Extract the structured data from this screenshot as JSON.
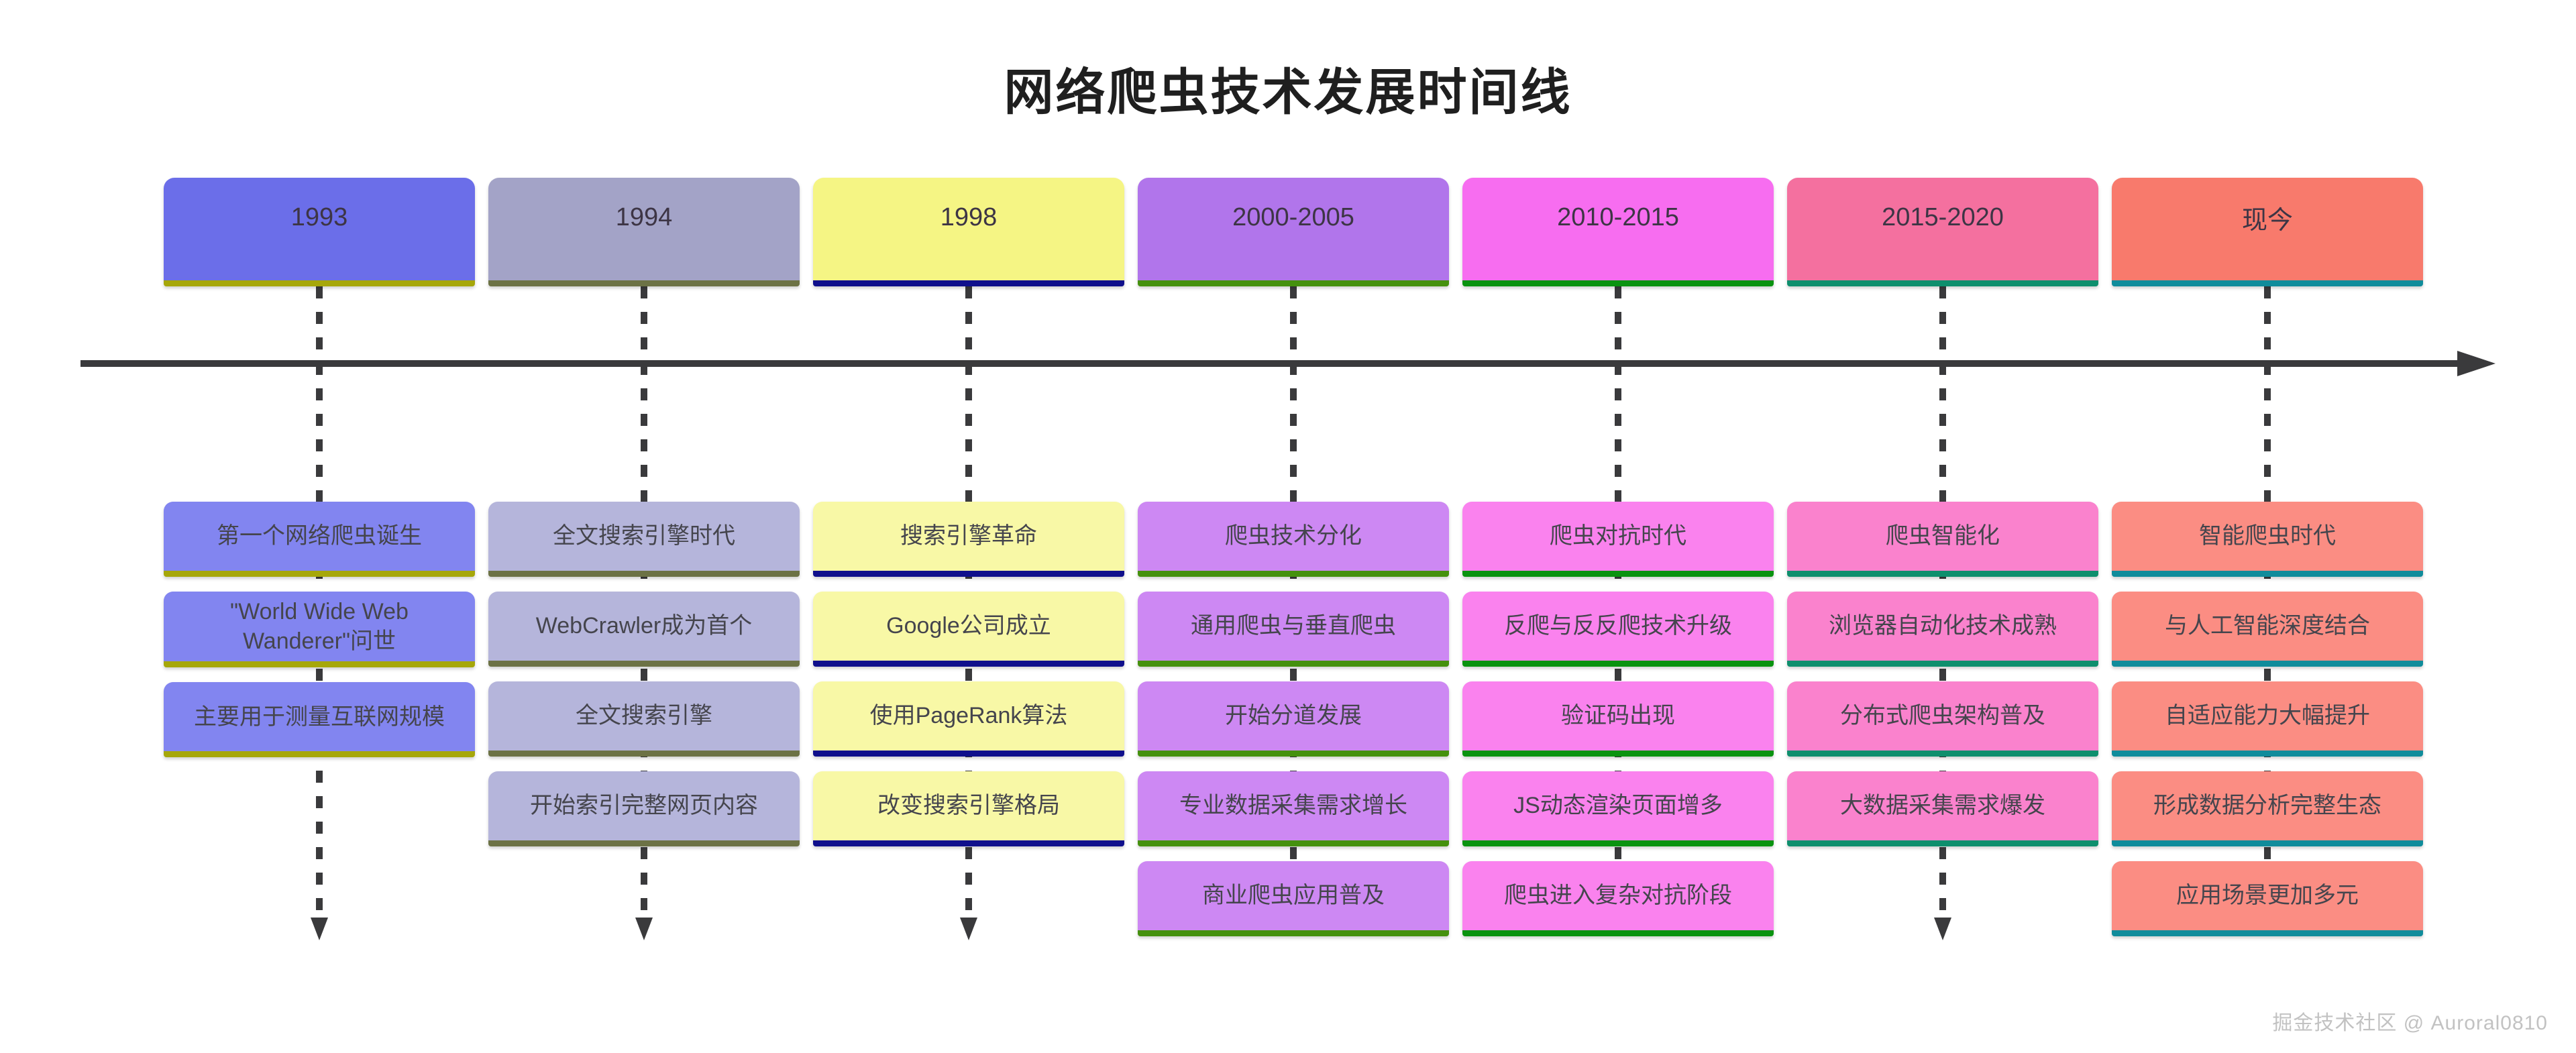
{
  "title": "网络爬虫技术发展时间线",
  "watermark": "掘金技术社区 @ Auroral0810",
  "timeline": {
    "axis_color": "#3a3a3c",
    "columns": [
      {
        "year": "1993",
        "colors": {
          "header": "#6b6ee9",
          "event": "#8285f0",
          "accent": "#a6a70a"
        },
        "arrow_below": true,
        "events": [
          "第一个网络爬虫诞生",
          "\"World Wide Web Wanderer\"问世",
          "主要用于测量互联网规模"
        ]
      },
      {
        "year": "1994",
        "colors": {
          "header": "#a3a3c7",
          "event": "#b5b5db",
          "accent": "#6c7245"
        },
        "arrow_below": true,
        "events": [
          "全文搜索引擎时代",
          "WebCrawler成为首个",
          "全文搜索引擎",
          "开始索引完整网页内容"
        ]
      },
      {
        "year": "1998",
        "colors": {
          "header": "#f5f584",
          "event": "#f8f8a6",
          "accent": "#10108c"
        },
        "arrow_below": true,
        "events": [
          "搜索引擎革命",
          "Google公司成立",
          "使用PageRank算法",
          "改变搜索引擎格局"
        ]
      },
      {
        "year": "2000-2005",
        "colors": {
          "header": "#b175eb",
          "event": "#cd88f3",
          "accent": "#45910e"
        },
        "arrow_below": false,
        "events": [
          "爬虫技术分化",
          "通用爬虫与垂直爬虫",
          "开始分道发展",
          "专业数据采集需求增长",
          "商业爬虫应用普及"
        ]
      },
      {
        "year": "2010-2015",
        "colors": {
          "header": "#f76df0",
          "event": "#fa82ee",
          "accent": "#0a9310"
        },
        "arrow_below": false,
        "events": [
          "爬虫对抗时代",
          "反爬与反反爬技术升级",
          "验证码出现",
          "JS动态渲染页面增多",
          "爬虫进入复杂对抗阶段"
        ]
      },
      {
        "year": "2015-2020",
        "colors": {
          "header": "#f4709f",
          "event": "#fa82cd",
          "accent": "#0e8f6d"
        },
        "arrow_below": true,
        "events": [
          "爬虫智能化",
          "浏览器自动化技术成熟",
          "分布式爬虫架构普及",
          "大数据采集需求爆发"
        ]
      },
      {
        "year": "现今",
        "colors": {
          "header": "#f87a6c",
          "event": "#fb8d83",
          "accent": "#108c9b"
        },
        "arrow_below": false,
        "events": [
          "智能爬虫时代",
          "与人工智能深度结合",
          "自适应能力大幅提升",
          "形成数据分析完整生态",
          "应用场景更加多元"
        ]
      }
    ]
  }
}
